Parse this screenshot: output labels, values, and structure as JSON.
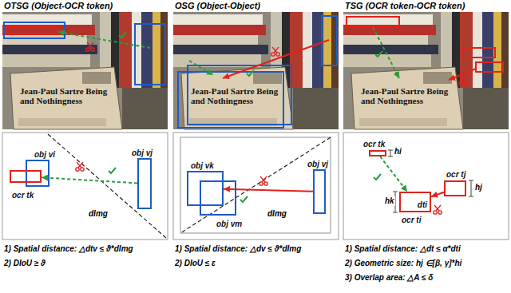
{
  "diagram": {
    "nodes": [
      {
        "text": [
          "obj vi"
        ]
      },
      {
        "text": [
          "ocr tk"
        ]
      },
      {
        "text": [
          "obj vj"
        ]
      },
      {
        "text": [
          "obj vk"
        ]
      },
      {
        "text": [
          "obj vm"
        ]
      },
      {
        "text": [
          "obj vj"
        ]
      },
      {
        "text": [
          "ocr tk"
        ]
      },
      {
        "text": [
          "ocr tj"
        ]
      },
      {
        "text": [
          "ocr ti",
          "dti"
        ]
      }
    ],
    "edges": [
      {
        "from": 2,
        "to": 1,
        "arrow": "to"
      },
      {
        "from": 5,
        "to": 3,
        "arrow": "to"
      },
      {
        "from": 6,
        "to": 8,
        "arrow": "to"
      },
      {
        "from": 7,
        "to": 8,
        "arrow": "to"
      }
    ],
    "labels": [
      "OTSG (Object-OCR token)",
      "OSG (Object-Object)",
      "TSG (OCR token-OCR token)",
      "Jean-Paul Sartre Being and Nothingness",
      "Jean-Paul Sartre Being and Nothingness",
      "Jean-Paul Sartre Being and Nothingness",
      "dImg",
      "dImg",
      "hi",
      "hj",
      "hk",
      "1) Spatial distance: △dtv ≤ ϑ*dImg",
      "2) DIoU ≥ ϑ",
      "1) Spatial distance: △dv ≤ ϑ*dImg",
      "2) DIoU ≤ ε",
      "1) Spatial distance: △dt ≤ α*dti",
      "2) Geometric size: hj ∈[β, γ]*hi",
      "3) Overlap area: △A ≤ δ"
    ]
  }
}
